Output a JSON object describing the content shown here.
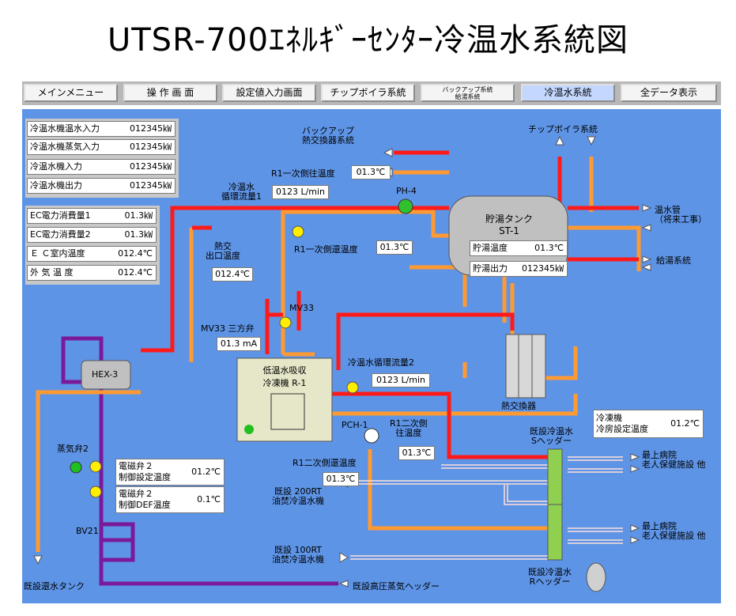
{
  "title": "UTSR-700ｴﾈﾙｷﾞｰｾﾝﾀｰ冷温水系統図",
  "nav": [
    "メインメニュー",
    "操 作 画 面",
    "設定値入力画面",
    "チップボイラ系統",
    "バックアップ系統\n給湯系統",
    "冷温水系統",
    "全データ表示"
  ],
  "stats_top": [
    {
      "label": "冷温水機温水入力",
      "value": "012345㎾"
    },
    {
      "label": "冷温水機蒸気入力",
      "value": "012345㎾"
    },
    {
      "label": "冷温水機入力",
      "value": "012345㎾"
    },
    {
      "label": "冷温水機出力",
      "value": "012345㎾"
    }
  ],
  "stats_ec": [
    {
      "label": "EC電力消費量1",
      "value": "01.3㎾"
    },
    {
      "label": "EC電力消費量2",
      "value": "01.3㎾"
    },
    {
      "label": "Ｅ Ｃ室内温度",
      "value": "012.4℃"
    },
    {
      "label": "外 気 温 度",
      "value": "012.4℃"
    }
  ],
  "labels": {
    "backup": "バックアップ\n熱交換器系統",
    "chip": "チップボイラ系統",
    "r1_primary_out": "R1一次側往温度",
    "r1_primary_out_val": "01.3℃",
    "flow1": "冷温水\n循環流量1",
    "flow1_val": "0123 L/min",
    "ph4": "PH-4",
    "tank": "貯湯タンク\nST-1",
    "tank_temp_label": "貯湯温度",
    "tank_temp_val": "01.3℃",
    "tank_out_label": "貯湯出力",
    "tank_out_val": "012345㎾",
    "hot_pipe": "温水管\n（将来工事）",
    "supply": "給湯系統",
    "r1_primary_ret": "R1一次側還温度",
    "r1_primary_ret_val": "01.3℃",
    "hx_out": "熱交\n出口温度",
    "hx_out_val": "012.4℃",
    "mv33": "MV33",
    "mv33_valve": "MV33 三方弁",
    "mv33_val": "01.3 mA",
    "hex3": "HEX-3",
    "chiller": "低温水吸収\n冷凍機 R-1",
    "flow2": "冷温水循環流量2",
    "flow2_val": "0123 L/min",
    "hx": "熱交換器",
    "pch1": "PCH-1",
    "r1_secondary_out": "R1二次側\n往温度",
    "r1_secondary_out_val": "01.3℃",
    "r1_secondary_ret": "R1二次側還温度",
    "r1_secondary_ret_val": "01.3℃",
    "chiller_set": "冷凍機\n冷房設定温度",
    "chiller_set_val": "01.2℃",
    "s_header": "既設冷温水\nSヘッダー",
    "r_header": "既設冷温水\nRヘッダー",
    "hospital1": "最上病院\n老人保健施設 他",
    "hospital2": "最上病院\n老人保健施設 他",
    "rt200": "既設 200RT\n油焚冷温水機",
    "rt100": "既設 100RT\n油焚冷温水機",
    "steam_valve": "蒸気弁2",
    "sol_set": "電磁弁２\n制御設定温度",
    "sol_set_val": "01.2℃",
    "sol_def": "電磁弁２\n制御DEF温度",
    "sol_def_val": "0.1℃",
    "bv21": "BV21",
    "return_tank": "既設還水タンク",
    "steam_header": "既設高圧蒸気ヘッダー"
  },
  "colors": {
    "panel": "#5e94e6",
    "hot": "#ff1a1a",
    "warm": "#ff9a33",
    "steam": "#7a1a9a",
    "pink": "#ffd0c8"
  }
}
